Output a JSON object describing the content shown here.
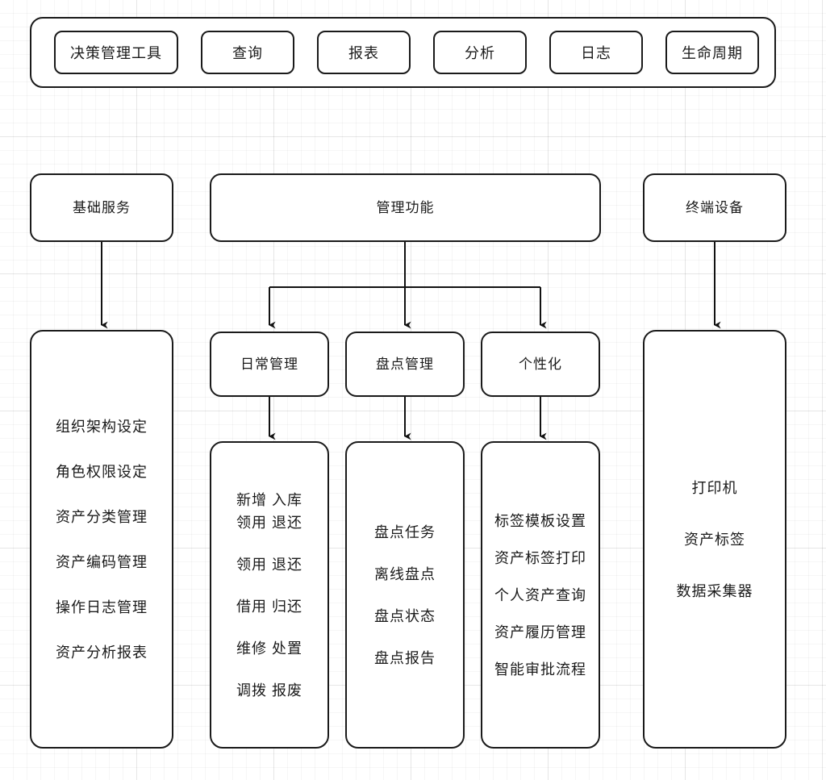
{
  "toolbar": {
    "primary": "决策管理工具",
    "buttons": [
      "查询",
      "报表",
      "分析",
      "日志",
      "生命周期"
    ]
  },
  "columns": {
    "basic": {
      "title": "基础服务",
      "items": [
        "组织架构设定",
        "角色权限设定",
        "资产分类管理",
        "资产编码管理",
        "操作日志管理",
        "资产分析报表"
      ]
    },
    "management": {
      "title": "管理功能",
      "children": [
        {
          "title": "日常管理",
          "items": [
            "新增 入库",
            "领用 退还",
            "领用 退还",
            "借用 归还",
            "维修 处置",
            "调拨 报废"
          ]
        },
        {
          "title": "盘点管理",
          "items": [
            "盘点任务",
            "离线盘点",
            "盘点状态",
            "盘点报告"
          ]
        },
        {
          "title": "个性化",
          "items": [
            "标签模板设置",
            "资产标签打印",
            "个人资产查询",
            "资产履历管理",
            "智能审批流程"
          ]
        }
      ]
    },
    "terminal": {
      "title": "终端设备",
      "items": [
        "打印机",
        "资产标签",
        "数据采集器"
      ]
    }
  },
  "style": {
    "stroke": "#1a1a1a",
    "background": "#ffffff",
    "grid": "#ededed"
  }
}
